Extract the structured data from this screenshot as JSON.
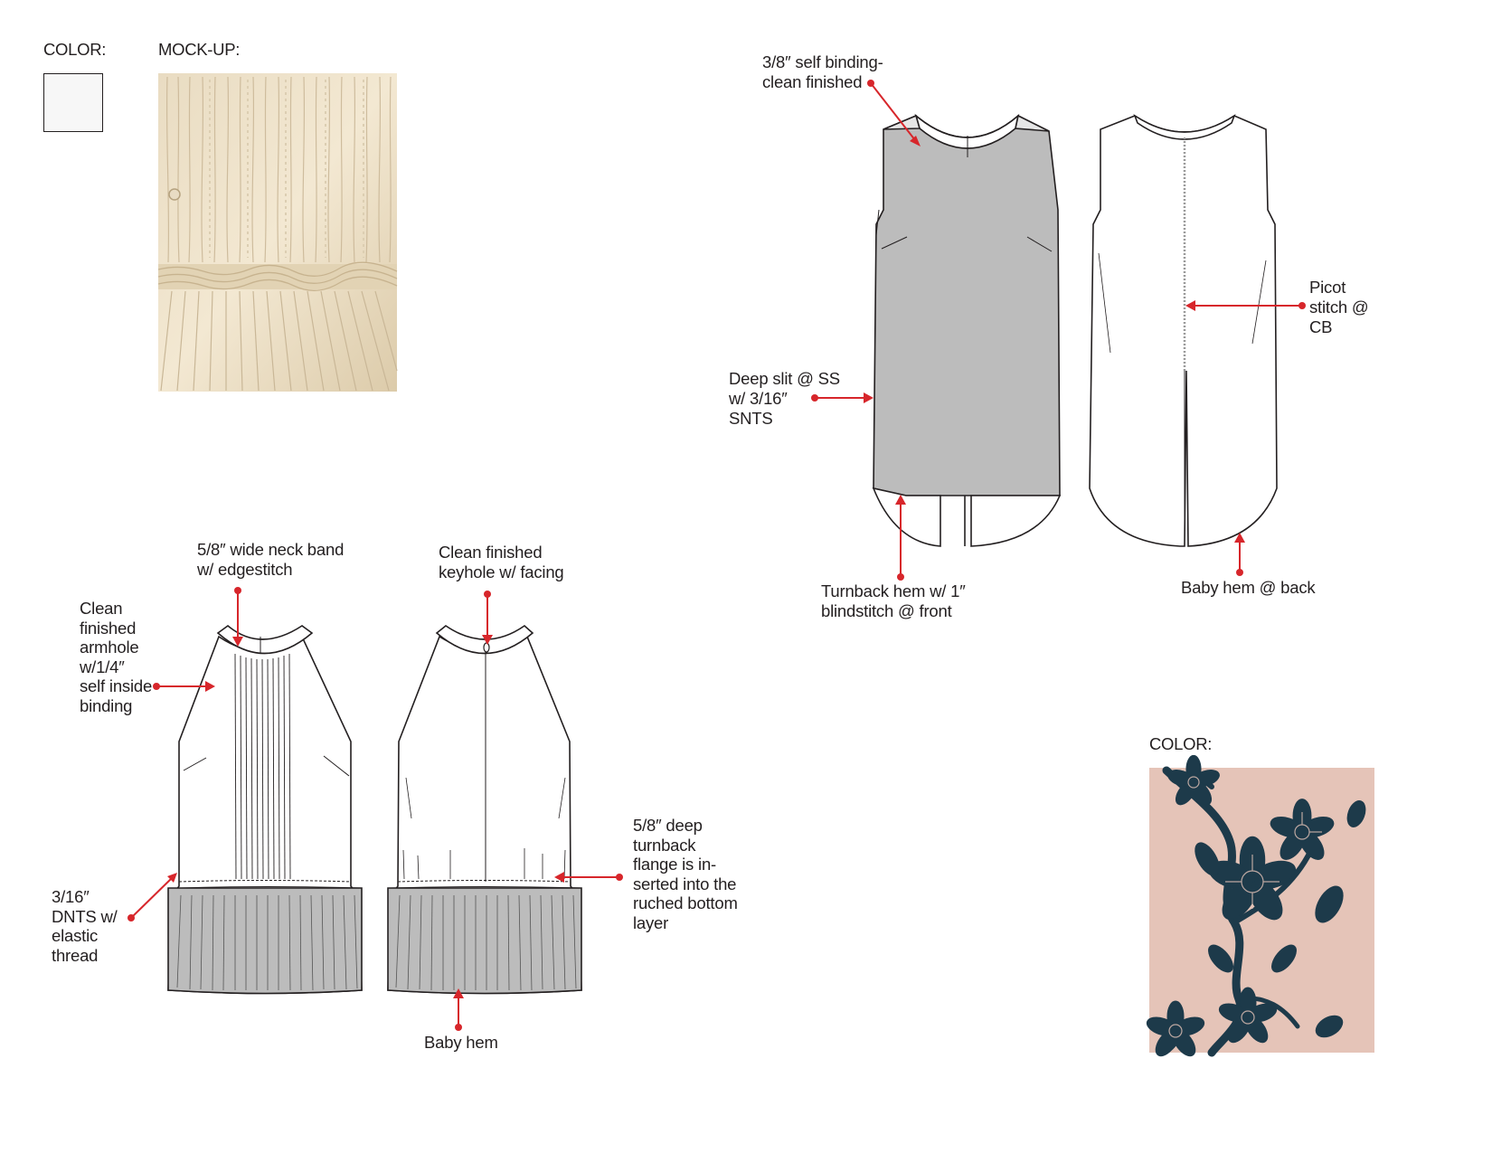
{
  "headers": {
    "color_top": "COLOR:",
    "mockup": "MOCK-UP:",
    "color_bottom": "COLOR:"
  },
  "colors": {
    "swatch_top": "#f7f7f7",
    "print_ground": "#e5c4b8",
    "print_ink": "#1d3a4a",
    "callout_red": "#d7262b",
    "garment_grey": "#bcbcbc",
    "line": "#231f20",
    "mockup_fabric": "#efe2c8"
  },
  "callouts": {
    "self_binding": "3/8″ self binding-\nclean finished",
    "deep_slit": "Deep slit @ SS\nw/ 3/16″\nSNTS",
    "picot": "Picot\nstitch @\nCB",
    "turnback_hem": "Turnback hem w/ 1″\nblindstitch @ front",
    "baby_hem_back": "Baby hem @ back",
    "neck_band": "5/8″ wide neck band\nw/ edgestitch",
    "keyhole": "Clean finished\nkeyhole w/ facing",
    "armhole": "Clean\nfinished\narmhole\nw/1/4″\nself inside\nbinding",
    "dnts": "3/16″\nDNTS w/\nelastic\nthread",
    "flange": "5/8″ deep\nturnback\nflange is in-\nserted into the\nruched bottom\nlayer",
    "baby_hem": "Baby hem"
  }
}
